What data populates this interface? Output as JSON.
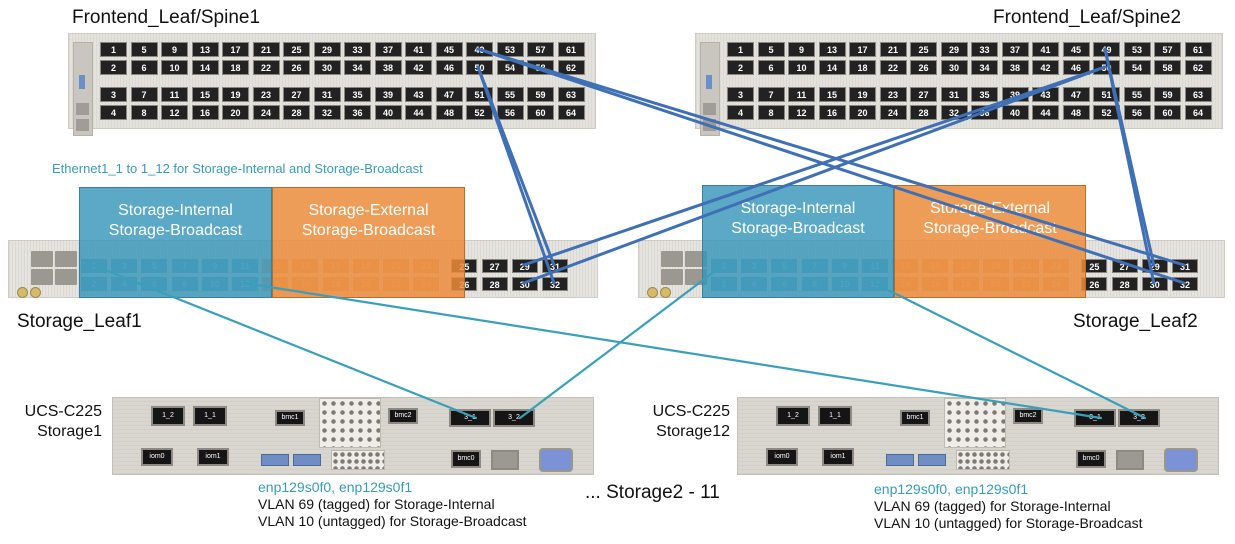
{
  "colors": {
    "uplink": "#3f6fb5",
    "downlink": "#3a9fb8",
    "internal": "#3796b9",
    "external": "#eb8c3c",
    "annotation": "#3a9ab8"
  },
  "spines": [
    {
      "title": "Frontend_Leaf/Spine1",
      "rows": [
        [
          "1",
          "5",
          "9",
          "13",
          "17",
          "21",
          "25",
          "29",
          "33",
          "37",
          "41",
          "45",
          "49",
          "53",
          "57",
          "61"
        ],
        [
          "2",
          "6",
          "10",
          "14",
          "18",
          "22",
          "26",
          "30",
          "34",
          "38",
          "42",
          "46",
          "50",
          "54",
          "58",
          "62"
        ],
        [
          "3",
          "7",
          "11",
          "15",
          "19",
          "23",
          "27",
          "31",
          "35",
          "39",
          "43",
          "47",
          "51",
          "55",
          "59",
          "63"
        ],
        [
          "4",
          "8",
          "12",
          "16",
          "20",
          "24",
          "28",
          "32",
          "36",
          "40",
          "44",
          "48",
          "52",
          "56",
          "60",
          "64"
        ]
      ]
    },
    {
      "title": "Frontend_Leaf/Spine2",
      "rows": [
        [
          "1",
          "5",
          "9",
          "13",
          "17",
          "21",
          "25",
          "29",
          "33",
          "37",
          "41",
          "45",
          "49",
          "53",
          "57",
          "61"
        ],
        [
          "2",
          "6",
          "10",
          "14",
          "18",
          "22",
          "26",
          "30",
          "34",
          "38",
          "42",
          "46",
          "50",
          "54",
          "58",
          "62"
        ],
        [
          "3",
          "7",
          "11",
          "15",
          "19",
          "23",
          "27",
          "31",
          "35",
          "39",
          "43",
          "47",
          "51",
          "55",
          "59",
          "63"
        ],
        [
          "4",
          "8",
          "12",
          "16",
          "20",
          "24",
          "28",
          "32",
          "36",
          "40",
          "44",
          "48",
          "52",
          "56",
          "60",
          "64"
        ]
      ]
    }
  ],
  "eth_note": "Ethernet1_1 to 1_12 for Storage-Internal and Storage-Broadcast",
  "leaves": [
    {
      "title": "Storage_Leaf1",
      "top_row": [
        "1",
        "3",
        "5",
        "7",
        "9",
        "11",
        "13",
        "15",
        "17",
        "19",
        "21",
        "23",
        "25",
        "27",
        "29",
        "31"
      ],
      "bottom_row": [
        "2",
        "4",
        "6",
        "8",
        "10",
        "12",
        "14",
        "16",
        "18",
        "20",
        "22",
        "24",
        "26",
        "28",
        "30",
        "32"
      ],
      "internal_box": [
        "Storage-Internal",
        "Storage-Broadcast"
      ],
      "external_box": [
        "Storage-External",
        "Storage-Broadcast"
      ]
    },
    {
      "title": "Storage_Leaf2",
      "top_row": [
        "1",
        "3",
        "5",
        "7",
        "9",
        "11",
        "13",
        "15",
        "17",
        "19",
        "21",
        "23",
        "25",
        "27",
        "29",
        "31"
      ],
      "bottom_row": [
        "2",
        "4",
        "6",
        "8",
        "10",
        "12",
        "14",
        "16",
        "18",
        "20",
        "22",
        "24",
        "26",
        "28",
        "30",
        "32"
      ],
      "internal_box": [
        "Storage-Internal",
        "Storage-Broadcast"
      ],
      "external_box": [
        "Storage-External",
        "Storage-Broadcast"
      ]
    }
  ],
  "servers": [
    {
      "model": "UCS-C225",
      "name": "Storage1",
      "ports": {
        "p12": "1_2",
        "p11": "1_1",
        "bmc1": "bmc1",
        "bmc2": "bmc2",
        "p31": "3_1",
        "p32": "3_2",
        "iom0": "iom0",
        "iom1": "iom1",
        "bmc0": "bmc0"
      },
      "interfaces": "enp129s0f0, enp129s0f1",
      "vlan_lines": [
        "VLAN 69 (tagged) for Storage-Internal",
        "VLAN 10 (untagged) for Storage-Broadcast"
      ]
    },
    {
      "model": "UCS-C225",
      "name": "Storage12",
      "ports": {
        "p12": "1_2",
        "p11": "1_1",
        "bmc1": "bmc1",
        "bmc2": "bmc2",
        "p31": "3_1",
        "p32": "3_2",
        "iom0": "iom0",
        "iom1": "iom1",
        "bmc0": "bmc0"
      },
      "interfaces": "enp129s0f0, enp129s0f1",
      "vlan_lines": [
        "VLAN 69 (tagged) for Storage-Internal",
        "VLAN 10 (untagged) for Storage-Broadcast"
      ]
    }
  ],
  "ellipsis_label": "... Storage2 - 11",
  "links": [
    {
      "from": "Frontend_Leaf/Spine1:50",
      "to": "Storage_Leaf1:31",
      "type": "uplink"
    },
    {
      "from": "Frontend_Leaf/Spine1:50",
      "to": "Storage_Leaf1:32",
      "type": "uplink"
    },
    {
      "from": "Frontend_Leaf/Spine1:49",
      "to": "Storage_Leaf2:31",
      "type": "uplink"
    },
    {
      "from": "Frontend_Leaf/Spine1:49",
      "to": "Storage_Leaf2:32",
      "type": "uplink"
    },
    {
      "from": "Frontend_Leaf/Spine2:50",
      "to": "Storage_Leaf1:29",
      "type": "uplink"
    },
    {
      "from": "Frontend_Leaf/Spine2:50",
      "to": "Storage_Leaf1:30",
      "type": "uplink"
    },
    {
      "from": "Frontend_Leaf/Spine2:49",
      "to": "Storage_Leaf2:29",
      "type": "uplink"
    },
    {
      "from": "Frontend_Leaf/Spine2:49",
      "to": "Storage_Leaf2:30",
      "type": "uplink"
    },
    {
      "from": "Storage_Leaf1:1",
      "to": "Storage1:3_1",
      "type": "downlink"
    },
    {
      "from": "Storage_Leaf2:1",
      "to": "Storage1:3_2",
      "type": "downlink"
    },
    {
      "from": "Storage_Leaf1:12",
      "to": "Storage12:3_1",
      "type": "downlink"
    },
    {
      "from": "Storage_Leaf2:12",
      "to": "Storage12:3_2",
      "type": "downlink"
    }
  ]
}
